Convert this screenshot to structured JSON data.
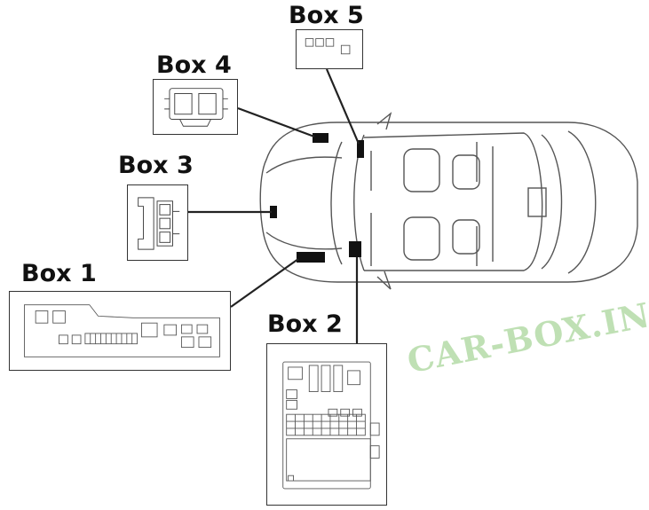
{
  "labels": {
    "box1": "Box 1",
    "box2": "Box 2",
    "box3": "Box 3",
    "box4": "Box 4",
    "box5": "Box 5"
  },
  "watermark": "CAR-BOX.INFO",
  "colors": {
    "line": "#333333",
    "marker": "#111111",
    "watermark": "#bfe0b4"
  }
}
